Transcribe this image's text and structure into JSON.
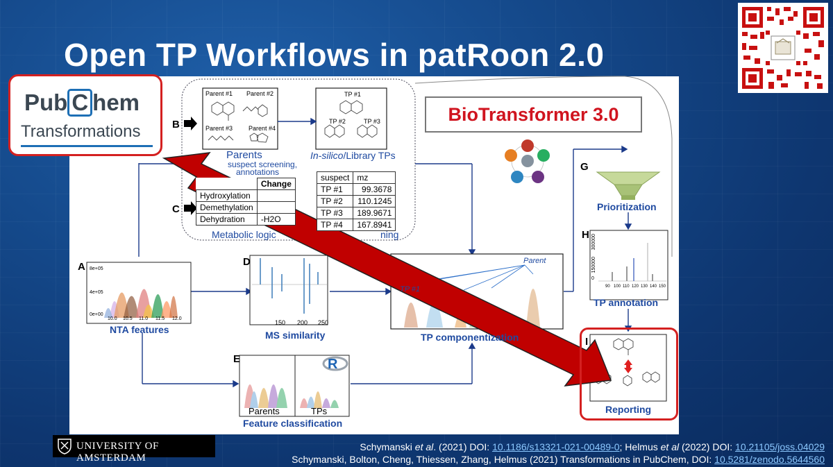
{
  "slide": {
    "title": "Open TP Workflows in patRoon 2.0"
  },
  "pubchem": {
    "brand_pub": "Pub",
    "brand_c": "C",
    "brand_hem": "hem",
    "subtitle": "Transformations"
  },
  "biotransformer": {
    "label": "BioTransformer 3.0"
  },
  "workflow": {
    "letters": [
      "A",
      "B",
      "C",
      "D",
      "E",
      "G",
      "H",
      "I"
    ],
    "parents_box": {
      "p1": "Parent #1",
      "p2": "Parent #2",
      "p3": "Parent #3",
      "p4": "Parent #4",
      "caption": "Parents",
      "subcaption_a": "suspect screening,",
      "subcaption_b": "annotations"
    },
    "tp_box": {
      "tp1": "TP #1",
      "tp2": "TP #2",
      "tp3": "TP #3",
      "caption_italic": "In-silico",
      "caption_rest": "/Library TPs"
    },
    "suspect_table": {
      "headers": [
        "suspect",
        "mz"
      ],
      "rows": [
        [
          "TP #1",
          "99.3678"
        ],
        [
          "TP #2",
          "110.1245"
        ],
        [
          "TP #3",
          "189.9671"
        ],
        [
          "TP #4",
          "167.8941"
        ]
      ],
      "caption_tail": "ning"
    },
    "metabolic_table": {
      "header_change": "Change",
      "rows": [
        [
          "Hydroxylation",
          ""
        ],
        [
          "Demethylation",
          ""
        ],
        [
          "Dehydration",
          "-H2O"
        ]
      ],
      "caption": "Metabolic logic"
    },
    "nta": {
      "caption": "NTA features",
      "y_ticks": [
        "8e+05",
        "4e+05",
        "0e+00"
      ],
      "x_ticks": [
        "10.0",
        "10.5",
        "11.0",
        "11.5",
        "12.0"
      ]
    },
    "ms": {
      "caption": "MS similarity",
      "x_ticks": [
        "150",
        "200",
        "250"
      ]
    },
    "tp_comp": {
      "caption": "TP componentization",
      "parent_label": "Parent",
      "tp1_label": "TP #1"
    },
    "feature_class": {
      "caption": "Feature classification",
      "left": "Parents",
      "right": "TPs",
      "r_logo": "R"
    },
    "prioritization": {
      "caption": "Prioritization"
    },
    "tp_annotation": {
      "caption": "TP annotation",
      "y_ticks": [
        "300000",
        "150000",
        "0"
      ],
      "x_ticks": [
        "90",
        "100",
        "110",
        "120",
        "130",
        "140",
        "150"
      ]
    },
    "reporting": {
      "caption": "Reporting"
    }
  },
  "footer": {
    "university": "UNIVERSITY OF AMSTERDAM",
    "cite1_a": "Schymanski ",
    "cite1_b": "et al",
    "cite1_c": ". (2021) DOI: ",
    "cite1_doi": "10.1186/s13321-021-00489-0",
    "cite1_d": "; Helmus ",
    "cite1_e": "et al",
    "cite1_f": " (2022) DOI: ",
    "cite1_doi2": "10.21105/joss.04029",
    "cite2_a": "Schymanski, Bolton, Cheng, Thiessen, Zhang, Helmus (2021) ",
    "cite2_b": "Transformations in PubChem",
    "cite2_c": ", DOI: ",
    "cite2_doi": "10.5281/zenodo.5644560"
  },
  "colors": {
    "accent_red": "#d42020",
    "arrow_red": "#c00000",
    "label_blue": "#1f4aa0",
    "bg_blue": "#154a8c"
  }
}
